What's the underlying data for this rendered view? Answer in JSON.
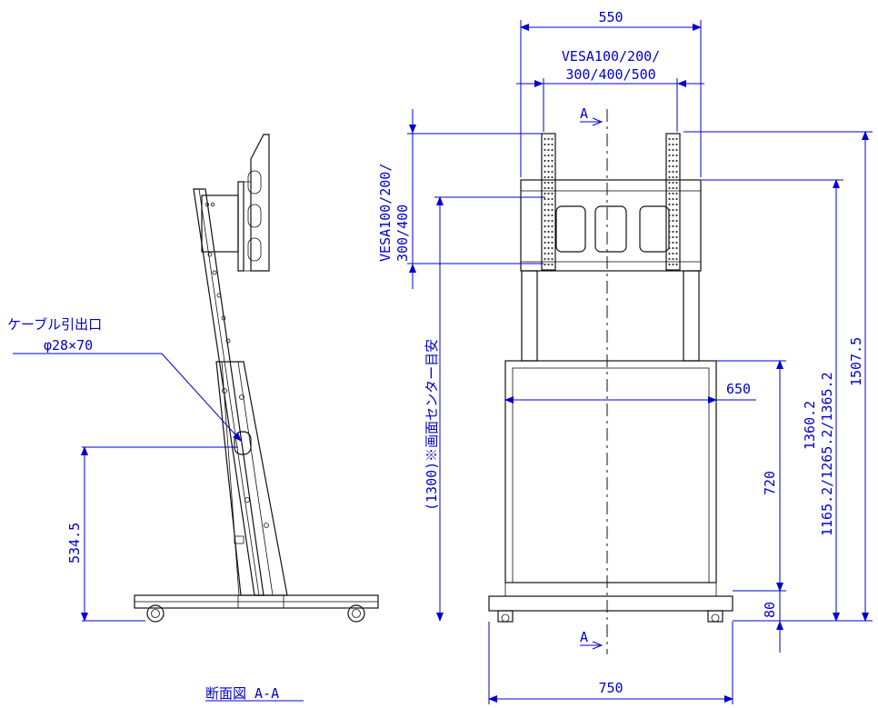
{
  "labels": {
    "top_width": "550",
    "vesa_horizontal_line1": "VESA100/200/",
    "vesa_horizontal_line2": "300/400/500",
    "vesa_vertical_line1": "VESA100/200/",
    "vesa_vertical_line2": "300/400",
    "screen_center": "(1300)※画面センター目安",
    "frame_width": "650",
    "cabinet_height": "720",
    "adjust_line1": "1360.2",
    "adjust_line2": "1165.2/1265.2/1365.2",
    "total_height": "1507.5",
    "base_height": "80",
    "base_width": "750",
    "cable_outlet": "ケーブル引出口",
    "cable_size": "φ28×70",
    "side_height": "534.5",
    "section_marker_top": "A",
    "section_marker_bottom": "A",
    "section_caption": "断面図 A-A"
  },
  "colors": {
    "dimension": "#0000cc",
    "outline": "#111111",
    "background": "#ffffff"
  }
}
